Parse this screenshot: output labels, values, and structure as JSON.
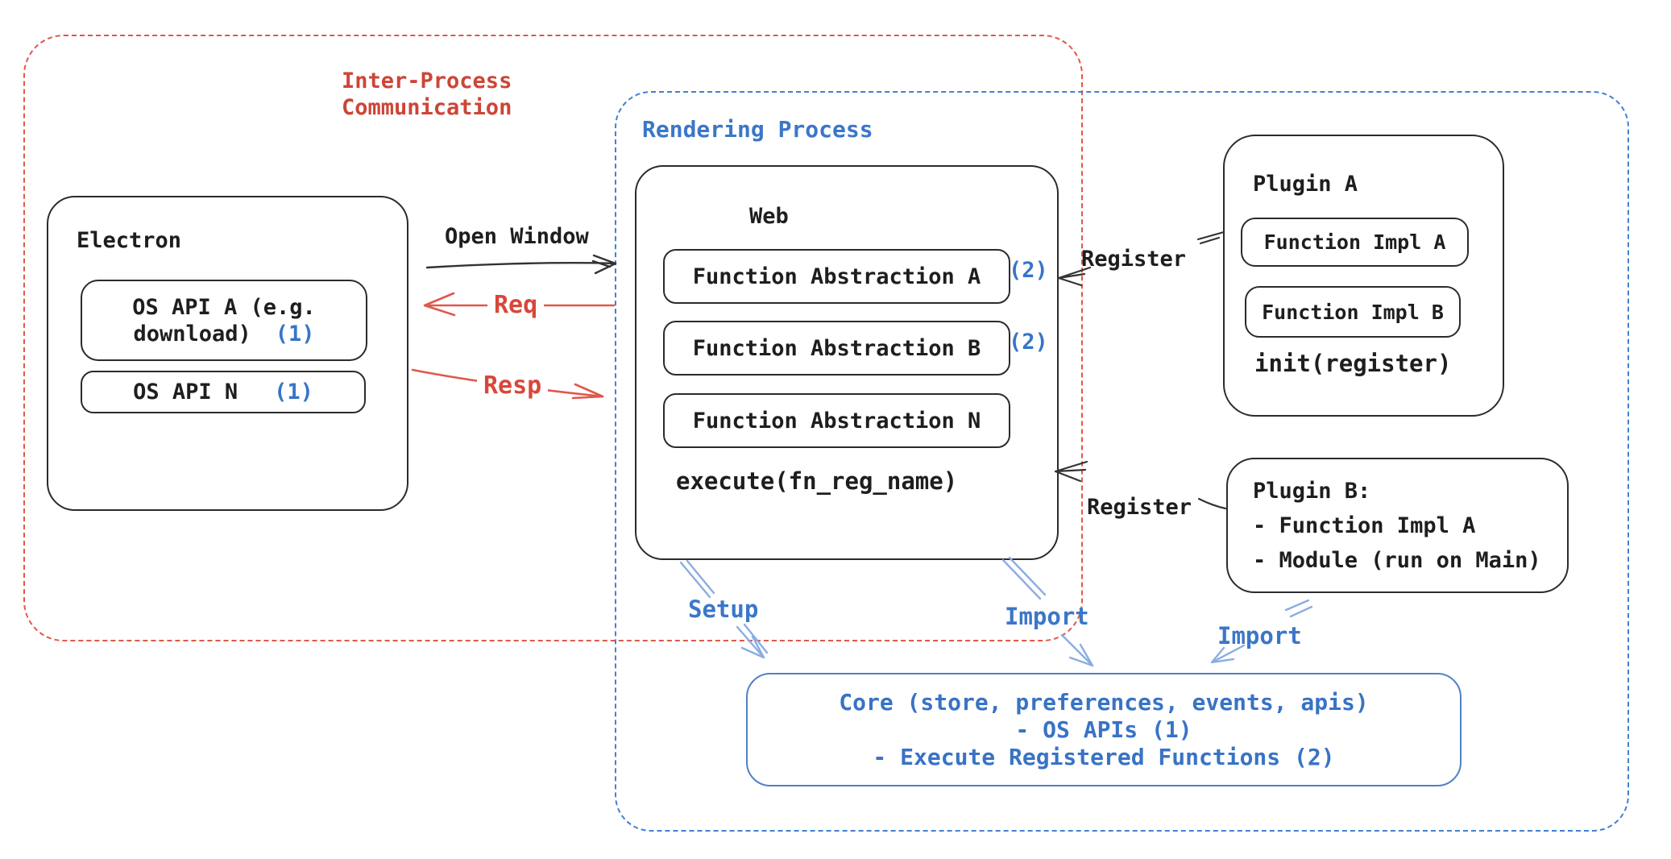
{
  "colors": {
    "black_ink": "#1e1e1e",
    "red_text": "#cd4537",
    "red_line": "#df584c",
    "blue_text": "#3b77c8",
    "blue_dash": "#4181d2",
    "blue_light_arrow": "#8aade2",
    "core_stroke": "#5081c5"
  },
  "ipc": {
    "label": "Inter-Process\nCommunication"
  },
  "rendering": {
    "label": "Rendering Process"
  },
  "electron": {
    "title": "Electron",
    "os_api_a": {
      "line1": "OS API A (e.g.",
      "line2": "download)",
      "badge": "(1)"
    },
    "os_api_n": {
      "label": "OS API N",
      "badge": "(1)"
    }
  },
  "arrows": {
    "open_window": "Open Window",
    "req": "Req",
    "resp": "Resp",
    "register_top": "Register",
    "register_bottom": "Register",
    "setup": "Setup",
    "import_web": "Import",
    "import_plugin": "Import"
  },
  "web": {
    "title": "Web",
    "abstractions": [
      {
        "label": "Function Abstraction A",
        "badge": "(2)"
      },
      {
        "label": "Function Abstraction B",
        "badge": "(2)"
      },
      {
        "label": "Function Abstraction N"
      }
    ],
    "execute": "execute(fn_reg_name)"
  },
  "plugin_a": {
    "title": "Plugin A",
    "impls": [
      "Function Impl A",
      "Function Impl B"
    ],
    "init": "init(register)"
  },
  "plugin_b": {
    "lines": [
      "Plugin B:",
      "- Function Impl A",
      "- Module (run on Main)"
    ]
  },
  "core": {
    "lines": [
      "Core (store, preferences, events, apis)",
      "- OS APIs (1)",
      "- Execute Registered Functions (2)"
    ]
  }
}
